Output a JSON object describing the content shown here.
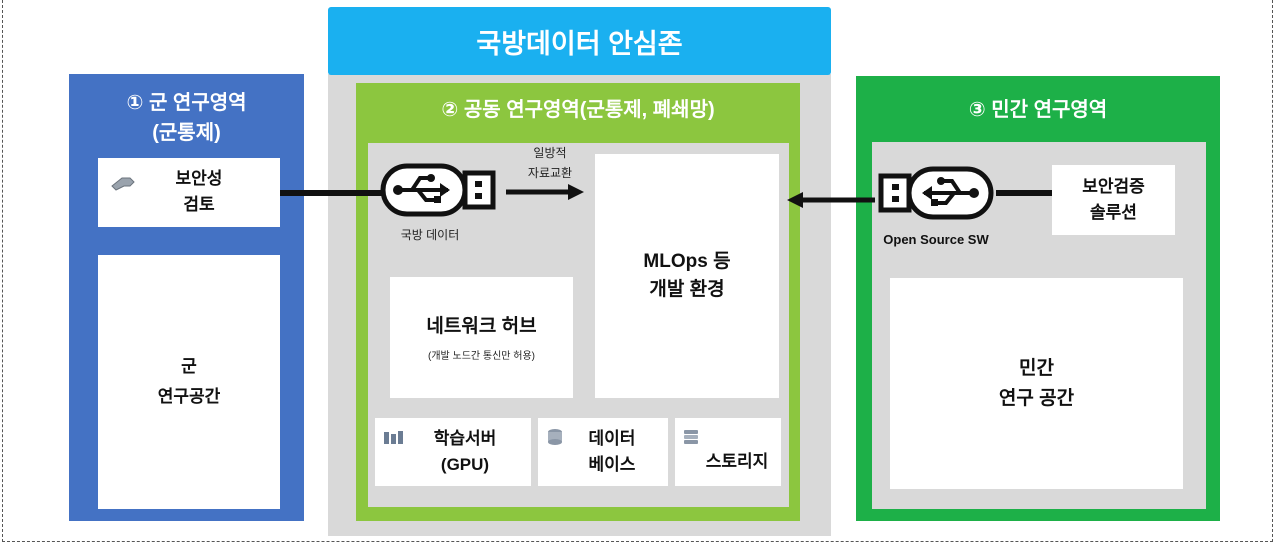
{
  "title": "국방데이터 안심존",
  "military_zone": {
    "title_line1": "① 군 연구영역",
    "title_line2": "(군통제)",
    "security_review": "보안성\n검토",
    "research_space": "군\n연구공간"
  },
  "joint_zone": {
    "title": "② 공동 연구영역(군통제, 폐쇄망)",
    "oneway_exchange": "일방적\n자료교환",
    "defense_data_label": "국방 데이터",
    "mlops": "MLOps 등\n개발 환경",
    "network_hub": "네트워크 허브",
    "network_hub_note": "(개발 노드간 통신만 허용)",
    "training_server": "학습서버\n(GPU)",
    "database": "데이터\n베이스",
    "storage": "스토리지"
  },
  "civil_zone": {
    "title": "③ 민간 연구영역",
    "security_solution": "보안검증\n솔루션",
    "open_source_label": "Open Source SW",
    "research_space": "민간\n연구 공간"
  },
  "colors": {
    "title_bar": "#1ab0f0",
    "military": "#4472c4",
    "joint": "#8cc63f",
    "civil": "#1db048",
    "gray": "#d9d9d9"
  }
}
